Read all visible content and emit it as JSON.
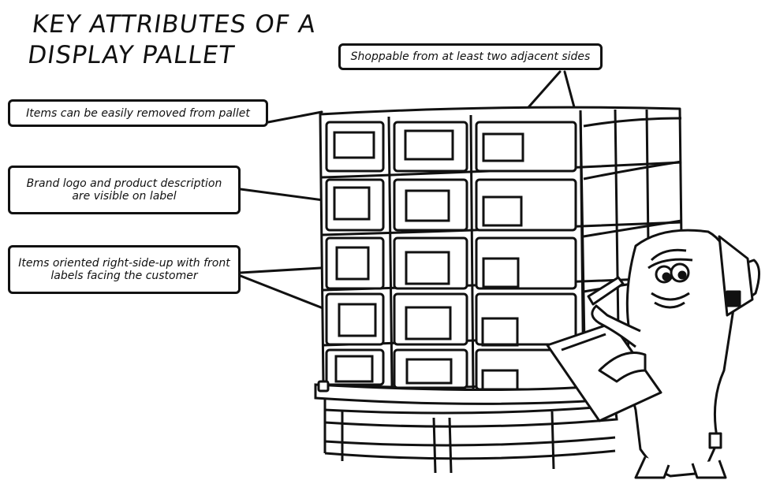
{
  "title": {
    "line1": "KEY ATTRIBUTES OF A",
    "line2": "DISPLAY PALLET"
  },
  "callouts": {
    "shoppable": "Shoppable from at least two adjacent sides",
    "removable": "Items can be easily removed from pallet",
    "brand": "Brand logo and product description are visible on label",
    "oriented": "Items oriented right-side-up with front labels facing the customer"
  }
}
